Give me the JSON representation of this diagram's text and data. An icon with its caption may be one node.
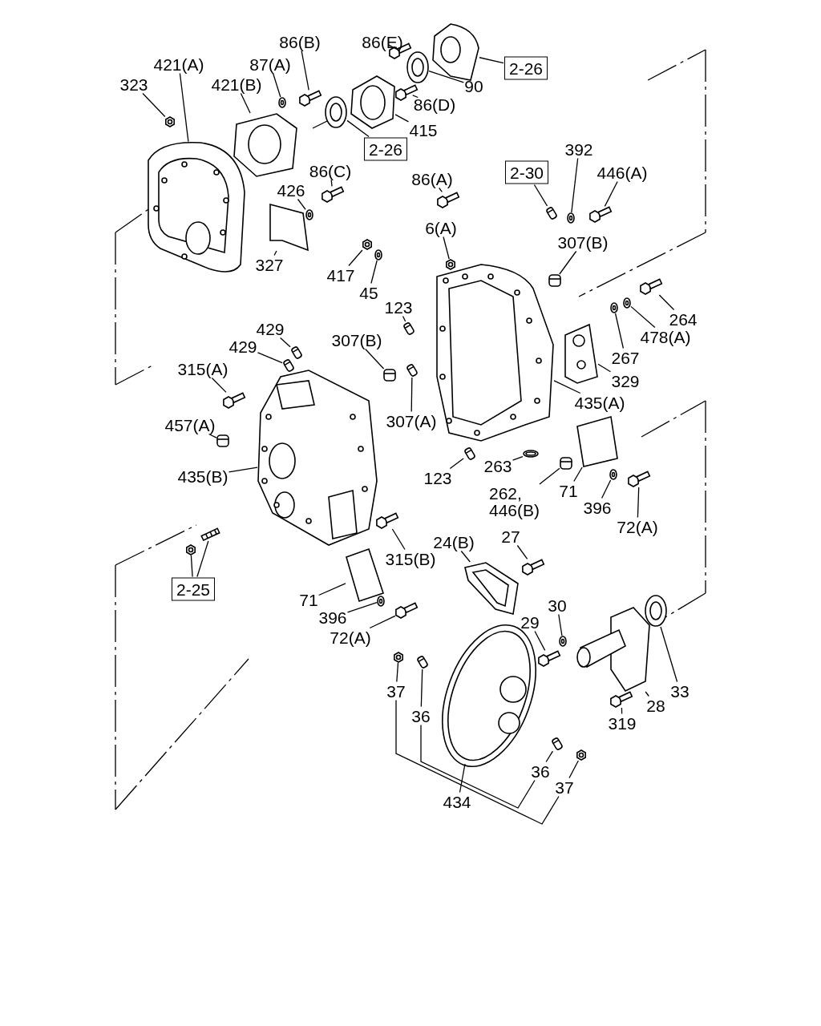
{
  "diagram": {
    "nodes": [
      {
        "text": [
          "86(E)"
        ]
      },
      {
        "text": [
          "86(B)"
        ]
      },
      {
        "text": [
          "421(A)"
        ]
      },
      {
        "text": [
          "87(A)"
        ]
      },
      {
        "text": [
          "323"
        ]
      },
      {
        "text": [
          "421(B)"
        ]
      },
      {
        "text": [
          "2-26"
        ]
      },
      {
        "text": [
          "90"
        ]
      },
      {
        "text": [
          "86(D)"
        ]
      },
      {
        "text": [
          "415"
        ]
      },
      {
        "text": [
          "2-26"
        ]
      },
      {
        "text": [
          "392"
        ]
      },
      {
        "text": [
          "446(A)"
        ]
      },
      {
        "text": [
          "86(C)"
        ]
      },
      {
        "text": [
          "2-30"
        ]
      },
      {
        "text": [
          "86(A)"
        ]
      },
      {
        "text": [
          "426"
        ]
      },
      {
        "text": [
          "6(A)"
        ]
      },
      {
        "text": [
          "307(B)"
        ]
      },
      {
        "text": [
          "327"
        ]
      },
      {
        "text": [
          "417"
        ]
      },
      {
        "text": [
          "45"
        ]
      },
      {
        "text": [
          "123"
        ]
      },
      {
        "text": [
          "264"
        ]
      },
      {
        "text": [
          "429"
        ]
      },
      {
        "text": [
          "429"
        ]
      },
      {
        "text": [
          "307(B)"
        ]
      },
      {
        "text": [
          "478(A)"
        ]
      },
      {
        "text": [
          "267"
        ]
      },
      {
        "text": [
          "315(A)"
        ]
      },
      {
        "text": [
          "329"
        ]
      },
      {
        "text": [
          "435(A)"
        ]
      },
      {
        "text": [
          "307(A)"
        ]
      },
      {
        "text": [
          "457(A)"
        ]
      },
      {
        "text": [
          "263"
        ]
      },
      {
        "text": [
          "123"
        ]
      },
      {
        "text": [
          "435(B)"
        ]
      },
      {
        "text": [
          "262, 446(B)"
        ]
      },
      {
        "text": [
          "71"
        ]
      },
      {
        "text": [
          "396"
        ]
      },
      {
        "text": [
          "72(A)"
        ]
      },
      {
        "text": [
          "27"
        ]
      },
      {
        "text": [
          "24(B)"
        ]
      },
      {
        "text": [
          "315(B)"
        ]
      },
      {
        "text": [
          "2-25"
        ]
      },
      {
        "text": [
          "71"
        ]
      },
      {
        "text": [
          "30"
        ]
      },
      {
        "text": [
          "396"
        ]
      },
      {
        "text": [
          "29"
        ]
      },
      {
        "text": [
          "72(A)"
        ]
      },
      {
        "text": [
          "37"
        ]
      },
      {
        "text": [
          "36"
        ]
      },
      {
        "text": [
          "33"
        ]
      },
      {
        "text": [
          "28"
        ]
      },
      {
        "text": [
          "319"
        ]
      },
      {
        "text": [
          "36"
        ]
      },
      {
        "text": [
          "37"
        ]
      },
      {
        "text": [
          "434"
        ]
      },
      {
        "text": [],
        "shape": "picture"
      },
      {
        "text": [],
        "shape": "picture"
      },
      {
        "text": [],
        "shape": "picture"
      },
      {
        "text": [],
        "shape": "picture"
      },
      {
        "text": [],
        "shape": "picture"
      },
      {
        "text": [],
        "shape": "picture"
      },
      {
        "text": [],
        "shape": "picture"
      },
      {
        "text": [],
        "shape": "picture"
      },
      {
        "text": [],
        "shape": "picture"
      },
      {
        "text": [],
        "shape": "picture"
      },
      {
        "text": [],
        "shape": "picture"
      },
      {
        "text": [],
        "shape": "picture"
      },
      {
        "text": [],
        "shape": "picture"
      },
      {
        "text": [],
        "shape": "picture"
      },
      {
        "text": [],
        "shape": "picture"
      },
      {
        "text": [],
        "shape": "picture"
      },
      {
        "text": [],
        "shape": "picture"
      },
      {
        "text": [],
        "shape": "picture"
      },
      {
        "text": [],
        "shape": "picture"
      },
      {
        "text": [],
        "shape": "picture"
      },
      {
        "text": [],
        "shape": "picture"
      },
      {
        "text": [],
        "shape": "picture"
      },
      {
        "text": [],
        "shape": "picture"
      },
      {
        "text": [],
        "shape": "picture"
      },
      {
        "text": [],
        "shape": "picture"
      },
      {
        "text": [],
        "shape": "picture"
      },
      {
        "text": [],
        "shape": "picture"
      },
      {
        "text": [],
        "shape": "picture"
      },
      {
        "text": [],
        "shape": "picture"
      },
      {
        "text": [],
        "shape": "picture"
      },
      {
        "text": [],
        "shape": "picture"
      },
      {
        "text": [],
        "shape": "picture"
      },
      {
        "text": [],
        "shape": "picture"
      },
      {
        "text": [],
        "shape": "picture"
      },
      {
        "text": [],
        "shape": "picture"
      },
      {
        "text": [],
        "shape": "picture"
      },
      {
        "text": [],
        "shape": "picture"
      },
      {
        "text": [],
        "shape": "picture"
      },
      {
        "text": [],
        "shape": "picture"
      },
      {
        "text": [],
        "shape": "picture"
      },
      {
        "text": [],
        "shape": "picture"
      },
      {
        "text": [],
        "shape": "picture"
      },
      {
        "text": [],
        "shape": "picture"
      },
      {
        "text": [],
        "shape": "picture"
      },
      {
        "text": [],
        "shape": "picture"
      },
      {
        "text": [],
        "shape": "picture"
      },
      {
        "text": [],
        "shape": "picture"
      },
      {
        "text": [],
        "shape": "picture"
      },
      {
        "text": [],
        "shape": "picture"
      },
      {
        "text": [],
        "shape": "picture"
      },
      {
        "text": [],
        "shape": "picture"
      },
      {
        "text": [],
        "shape": "picture"
      },
      {
        "text": [],
        "shape": "picture"
      },
      {
        "text": [],
        "shape": "picture"
      },
      {
        "text": [],
        "shape": "picture"
      },
      {
        "text": [],
        "shape": "picture"
      },
      {
        "text": [],
        "shape": "picture"
      },
      {
        "text": [],
        "shape": "picture"
      },
      {
        "text": [],
        "shape": "picture"
      }
    ],
    "edges": [
      {
        "from": 0,
        "to": 58,
        "arrow": "none"
      },
      {
        "from": 1,
        "to": 59,
        "arrow": "none"
      },
      {
        "from": 2,
        "to": 60,
        "arrow": "none"
      },
      {
        "from": 3,
        "to": 61,
        "arrow": "none"
      },
      {
        "from": 4,
        "to": 62,
        "arrow": "none"
      },
      {
        "from": 5,
        "to": 63,
        "arrow": "none"
      },
      {
        "from": 6,
        "to": 64,
        "arrow": "none"
      },
      {
        "from": 7,
        "to": 65,
        "arrow": "none"
      },
      {
        "from": 8,
        "to": 66,
        "arrow": "none"
      },
      {
        "from": 9,
        "to": 67,
        "arrow": "none"
      },
      {
        "from": 10,
        "to": 68,
        "arrow": "none"
      },
      {
        "from": 11,
        "to": 69,
        "arrow": "none"
      },
      {
        "from": 12,
        "to": 70,
        "arrow": "none"
      },
      {
        "from": 13,
        "to": 71,
        "arrow": "none"
      },
      {
        "from": 14,
        "to": 72,
        "arrow": "none"
      },
      {
        "from": 15,
        "to": 73,
        "arrow": "none"
      },
      {
        "from": 16,
        "to": 74,
        "arrow": "none"
      },
      {
        "from": 17,
        "to": 75,
        "arrow": "none"
      },
      {
        "from": 18,
        "to": 76,
        "arrow": "none"
      },
      {
        "from": 19,
        "to": 77,
        "arrow": "none"
      },
      {
        "from": 20,
        "to": 78,
        "arrow": "none"
      },
      {
        "from": 21,
        "to": 79,
        "arrow": "none"
      },
      {
        "from": 22,
        "to": 80,
        "arrow": "none"
      },
      {
        "from": 23,
        "to": 81,
        "arrow": "none"
      },
      {
        "from": 24,
        "to": 82,
        "arrow": "none"
      },
      {
        "from": 25,
        "to": 83,
        "arrow": "none"
      },
      {
        "from": 26,
        "to": 84,
        "arrow": "none"
      },
      {
        "from": 27,
        "to": 85,
        "arrow": "none"
      },
      {
        "from": 28,
        "to": 86,
        "arrow": "none"
      },
      {
        "from": 29,
        "to": 87,
        "arrow": "none"
      },
      {
        "from": 30,
        "to": 88,
        "arrow": "none"
      },
      {
        "from": 31,
        "to": 89,
        "arrow": "none"
      },
      {
        "from": 32,
        "to": 90,
        "arrow": "none"
      },
      {
        "from": 33,
        "to": 91,
        "arrow": "none"
      },
      {
        "from": 34,
        "to": 92,
        "arrow": "none"
      },
      {
        "from": 35,
        "to": 93,
        "arrow": "none"
      },
      {
        "from": 36,
        "to": 94,
        "arrow": "none"
      },
      {
        "from": 37,
        "to": 95,
        "arrow": "none"
      },
      {
        "from": 38,
        "to": 96,
        "arrow": "none"
      },
      {
        "from": 39,
        "to": 97,
        "arrow": "none"
      },
      {
        "from": 40,
        "to": 98,
        "arrow": "none"
      },
      {
        "from": 41,
        "to": 99,
        "arrow": "none"
      },
      {
        "from": 42,
        "to": 100,
        "arrow": "none"
      },
      {
        "from": 43,
        "to": 101,
        "arrow": "none"
      },
      {
        "from": 44,
        "to": 102,
        "arrow": "none"
      },
      {
        "from": 44,
        "to": 103,
        "arrow": "none"
      },
      {
        "from": 45,
        "to": 104,
        "arrow": "none"
      },
      {
        "from": 46,
        "to": 105,
        "arrow": "none"
      },
      {
        "from": 47,
        "to": 106,
        "arrow": "none"
      },
      {
        "from": 48,
        "to": 107,
        "arrow": "none"
      },
      {
        "from": 49,
        "to": 108,
        "arrow": "none"
      },
      {
        "from": 50,
        "to": 109,
        "arrow": "none"
      },
      {
        "from": 51,
        "to": 110,
        "arrow": "none"
      },
      {
        "from": 52,
        "to": 111,
        "arrow": "none"
      },
      {
        "from": 53,
        "to": 112,
        "arrow": "none"
      },
      {
        "from": 54,
        "to": 113,
        "arrow": "none"
      },
      {
        "from": 55,
        "to": 114,
        "arrow": "none"
      },
      {
        "from": 56,
        "to": 115,
        "arrow": "none"
      },
      {
        "from": 57,
        "to": 116,
        "arrow": "none"
      },
      {
        "from": 50,
        "to": 56,
        "arrow": "none"
      },
      {
        "from": 51,
        "to": 55,
        "arrow": "none"
      }
    ]
  }
}
